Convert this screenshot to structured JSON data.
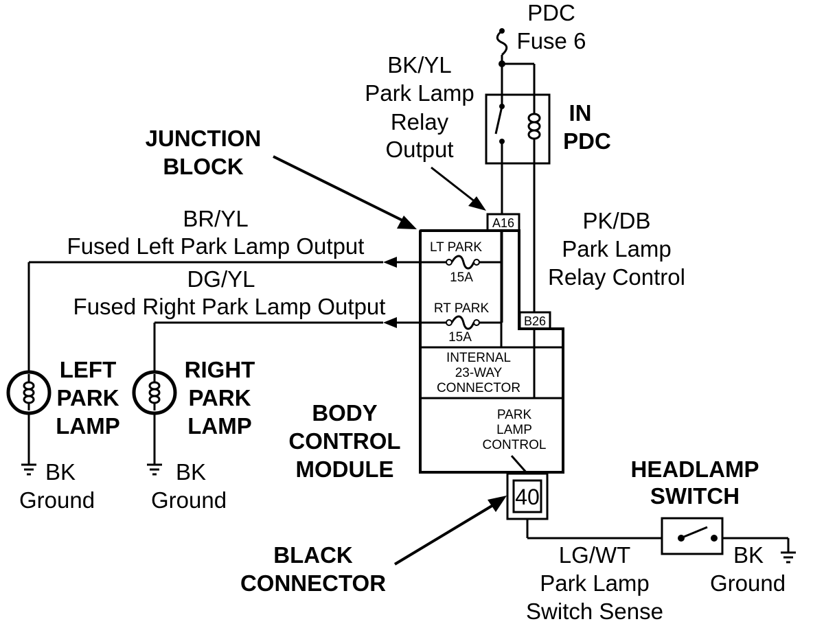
{
  "pdc_fuse": {
    "line1": "PDC",
    "line2": "Fuse 6"
  },
  "in_pdc": {
    "line1": "IN",
    "line2": "PDC"
  },
  "relay_output": {
    "line1": "BK/YL",
    "line2": "Park Lamp",
    "line3": "Relay",
    "line4": "Output"
  },
  "junction_block": {
    "line1": "JUNCTION",
    "line2": "BLOCK"
  },
  "relay_control": {
    "line1": "PK/DB",
    "line2": "Park Lamp",
    "line3": "Relay Control"
  },
  "left_output": {
    "line1": "BR/YL",
    "line2": "Fused Left Park Lamp Output"
  },
  "right_output": {
    "line1": "DG/YL",
    "line2": "Fused Right Park Lamp Output"
  },
  "fuses": {
    "lt_name": "LT PARK",
    "lt_rating": "15A",
    "rt_name": "RT PARK",
    "rt_rating": "15A"
  },
  "pins": {
    "a16": "A16",
    "b26": "B26",
    "c40": "40"
  },
  "internal_connector": {
    "line1": "INTERNAL",
    "line2": "23-WAY",
    "line3": "CONNECTOR"
  },
  "park_lamp_control": {
    "line1": "PARK",
    "line2": "LAMP",
    "line3": "CONTROL"
  },
  "bcm": {
    "line1": "BODY",
    "line2": "CONTROL",
    "line3": "MODULE"
  },
  "left_lamp": {
    "line1": "LEFT",
    "line2": "PARK",
    "line3": "LAMP",
    "ground_color": "BK",
    "ground_label": "Ground"
  },
  "right_lamp": {
    "line1": "RIGHT",
    "line2": "PARK",
    "line3": "LAMP",
    "ground_color": "BK",
    "ground_label": "Ground"
  },
  "black_connector": {
    "line1": "BLACK",
    "line2": "CONNECTOR"
  },
  "headlamp_switch": {
    "line1": "HEADLAMP",
    "line2": "SWITCH",
    "ground_color": "BK",
    "ground_label": "Ground"
  },
  "switch_sense": {
    "line1": "LG/WT",
    "line2": "Park Lamp",
    "line3": "Switch Sense"
  }
}
